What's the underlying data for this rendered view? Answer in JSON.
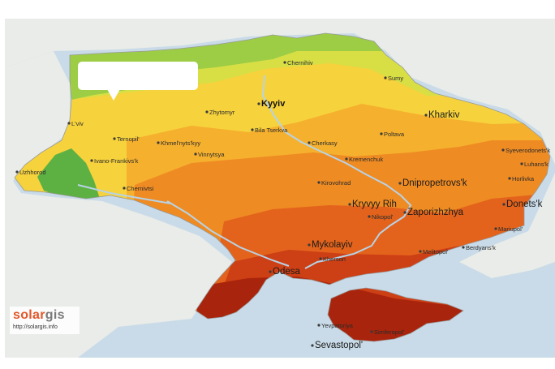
{
  "map": {
    "colors": {
      "sea": "#c9dbe8",
      "land": "#e9ece8",
      "green": "#9ccd45",
      "yellow_green": "#d7df45",
      "yellow": "#f6d23c",
      "light_orange": "#f5b02e",
      "orange": "#ef8b23",
      "dark_orange": "#e3631c",
      "red": "#cd3f15",
      "dark_red": "#a9240c",
      "mountain": "#5db143",
      "river": "#b7d3e6"
    },
    "cities": [
      {
        "id": "chernihiv",
        "name": "Chernihiv"
      },
      {
        "id": "sumy",
        "name": "Sumy"
      },
      {
        "id": "kyyiv",
        "name": "Kyyiv"
      },
      {
        "id": "kharkiv",
        "name": "Kharkiv"
      },
      {
        "id": "zhytomyr",
        "name": "Zhytomyr"
      },
      {
        "id": "lviv",
        "name": "L'viv"
      },
      {
        "id": "poltava",
        "name": "Poltava"
      },
      {
        "id": "bila-tserkva",
        "name": "Bila Tserkva"
      },
      {
        "id": "ternopil",
        "name": "Ternopil'"
      },
      {
        "id": "khmelnytskyy",
        "name": "Khmel'nyts'kyy"
      },
      {
        "id": "vinnytsya",
        "name": "Vinnytsya"
      },
      {
        "id": "cherkasy",
        "name": "Cherkasy"
      },
      {
        "id": "syeverodonetsk",
        "name": "Syeverodonets'k"
      },
      {
        "id": "luhansk",
        "name": "Luhans'k"
      },
      {
        "id": "kremenchuk",
        "name": "Kremenchuk"
      },
      {
        "id": "ivano-frankivsk",
        "name": "Ivano-Frankivs'k"
      },
      {
        "id": "uzhhorod",
        "name": "Uzhhorod"
      },
      {
        "id": "horlivka",
        "name": "Horlivka"
      },
      {
        "id": "dnipropetrovsk",
        "name": "Dnipropetrovs'k"
      },
      {
        "id": "chernivtsi",
        "name": "Chernivtsi"
      },
      {
        "id": "kirovohrad",
        "name": "Kirovohrad"
      },
      {
        "id": "kryvyy-rih",
        "name": "Kryvyy Rih"
      },
      {
        "id": "zaporizhzhya",
        "name": "Zaporizhzhya"
      },
      {
        "id": "donetsk",
        "name": "Donets'k"
      },
      {
        "id": "nikopol",
        "name": "Nikopol'"
      },
      {
        "id": "mariupol",
        "name": "Mariupol'"
      },
      {
        "id": "mykolayiv",
        "name": "Mykolayiv"
      },
      {
        "id": "melitopol",
        "name": "Melitopol'"
      },
      {
        "id": "berdyansk",
        "name": "Berdyans'k"
      },
      {
        "id": "kherson",
        "name": "Kherson"
      },
      {
        "id": "odesa",
        "name": "Odesa"
      },
      {
        "id": "yevpatoriya",
        "name": "Yevpatoriya"
      },
      {
        "id": "simferopol",
        "name": "Simferopol'"
      },
      {
        "id": "sevastopol",
        "name": "Sevastopol'"
      }
    ]
  },
  "branding": {
    "logo_part1": "solar",
    "logo_part2": "gis",
    "url": "http://solargis.info"
  }
}
